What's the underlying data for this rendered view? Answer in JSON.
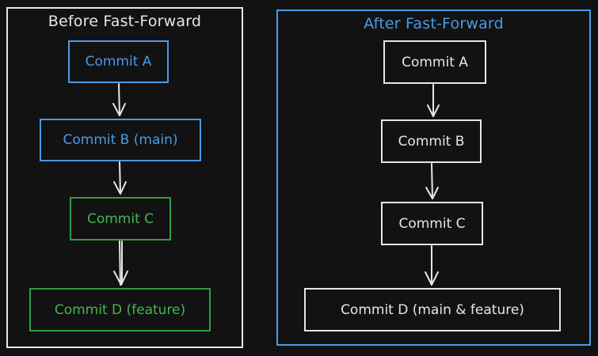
{
  "colors": {
    "background": "#121212",
    "line": "#e6e6e6",
    "blue": "#4a9ae6",
    "green": "#3fb950"
  },
  "before": {
    "title": "Before Fast-Forward",
    "nodes": [
      {
        "label": "Commit A",
        "color": "blue"
      },
      {
        "label": "Commit B (main)",
        "color": "blue"
      },
      {
        "label": "Commit C",
        "color": "green"
      },
      {
        "label": "Commit D (feature)",
        "color": "green"
      }
    ]
  },
  "after": {
    "title": "After Fast-Forward",
    "nodes": [
      {
        "label": "Commit A",
        "color": "white"
      },
      {
        "label": "Commit B",
        "color": "white"
      },
      {
        "label": "Commit C",
        "color": "white"
      },
      {
        "label": "Commit D (main & feature)",
        "color": "white"
      }
    ]
  }
}
